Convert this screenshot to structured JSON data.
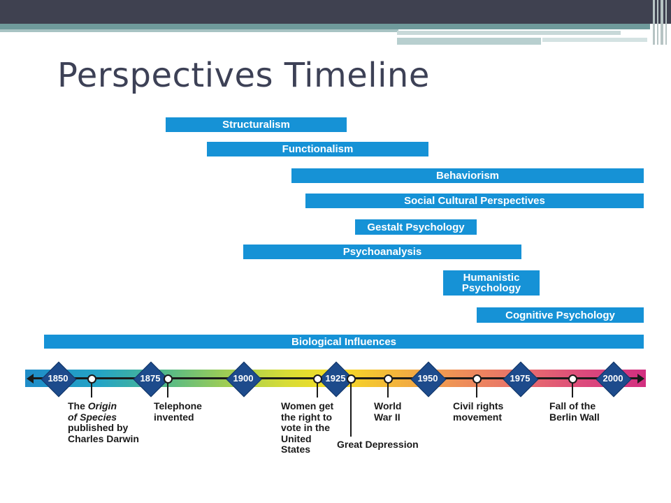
{
  "title": "Perspectives Timeline",
  "colors": {
    "bar": "#1692d6",
    "title": "#3d4156",
    "year_marker": "#1d4b8c",
    "header": "#3f4150",
    "accent": "#6f9a9b"
  },
  "perspectives": [
    {
      "label": "Structuralism"
    },
    {
      "label": "Functionalism"
    },
    {
      "label": "Behaviorism"
    },
    {
      "label": "Social Cultural Perspectives"
    },
    {
      "label": "Gestalt Psychology"
    },
    {
      "label": "Psychoanalysis"
    },
    {
      "label": "Humanistic Psychology"
    },
    {
      "label": "Cognitive Psychology"
    },
    {
      "label": "Biological Influences"
    }
  ],
  "years": [
    "1850",
    "1875",
    "1900",
    "1925",
    "1950",
    "1975",
    "2000"
  ],
  "events": [
    {
      "pre": "The ",
      "em": "Origin",
      "l2em": "of Species",
      "rest": "published by\nCharles Darwin"
    },
    {
      "text": "Telephone\ninvented"
    },
    {
      "text": "Women get\nthe right to\nvote in the\nUnited\nStates"
    },
    {
      "text": "Great Depression"
    },
    {
      "text": "World\nWar II"
    },
    {
      "text": "Civil rights\nmovement"
    },
    {
      "text": "Fall of the\nBerlin Wall"
    }
  ]
}
